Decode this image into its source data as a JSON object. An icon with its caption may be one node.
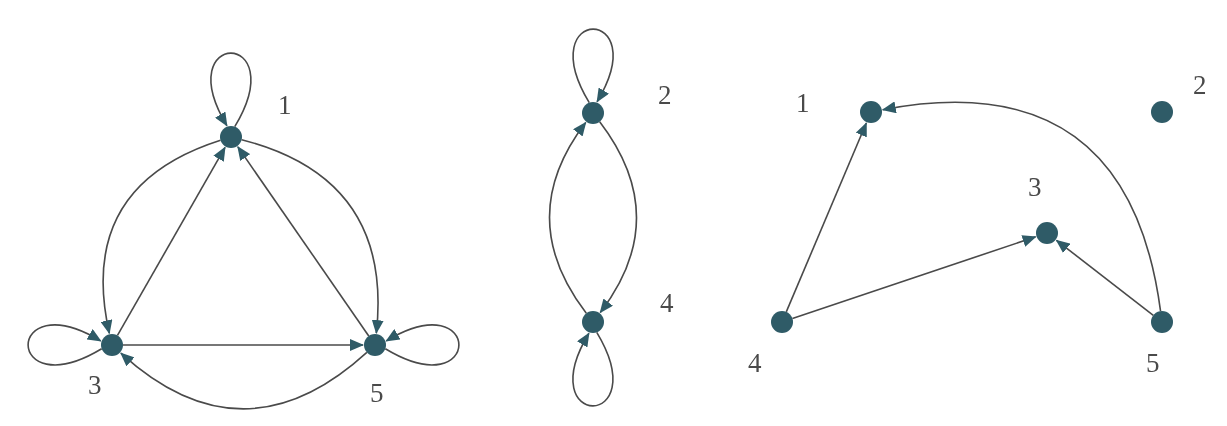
{
  "diagram": {
    "nodes": [
      {
        "text": [],
        "shape": "circle",
        "beside": [
          "1"
        ]
      },
      {
        "text": [],
        "shape": "circle",
        "beside": [
          "3"
        ]
      },
      {
        "text": [],
        "shape": "circle",
        "beside": [
          "5"
        ]
      },
      {
        "text": [],
        "shape": "circle",
        "beside": [
          "2"
        ]
      },
      {
        "text": [],
        "shape": "circle",
        "beside": [
          "4"
        ]
      },
      {
        "text": [],
        "shape": "circle",
        "beside": [
          "1"
        ]
      },
      {
        "text": [],
        "shape": "circle",
        "beside": [
          "2"
        ]
      },
      {
        "text": [],
        "shape": "circle",
        "beside": [
          "3"
        ]
      },
      {
        "text": [],
        "shape": "circle",
        "beside": [
          "4"
        ]
      },
      {
        "text": [],
        "shape": "circle",
        "beside": [
          "5"
        ]
      }
    ],
    "edges": [
      {
        "from": 0,
        "to": 0,
        "arrow": "to"
      },
      {
        "from": 0,
        "to": 1,
        "arrow": "to"
      },
      {
        "from": 1,
        "to": 0,
        "arrow": "to"
      },
      {
        "from": 2,
        "to": 0,
        "arrow": "to"
      },
      {
        "from": 0,
        "to": 2,
        "arrow": "to"
      },
      {
        "from": 1,
        "to": 1,
        "arrow": "to"
      },
      {
        "from": 1,
        "to": 2,
        "arrow": "to"
      },
      {
        "from": 2,
        "to": 1,
        "arrow": "to"
      },
      {
        "from": 2,
        "to": 2,
        "arrow": "to"
      },
      {
        "from": 3,
        "to": 3,
        "arrow": "to"
      },
      {
        "from": 4,
        "to": 3,
        "arrow": "to"
      },
      {
        "from": 3,
        "to": 4,
        "arrow": "to"
      },
      {
        "from": 4,
        "to": 4,
        "arrow": "to"
      },
      {
        "from": 8,
        "to": 5,
        "arrow": "to"
      },
      {
        "from": 8,
        "to": 7,
        "arrow": "to"
      },
      {
        "from": 9,
        "to": 7,
        "arrow": "to"
      },
      {
        "from": 9,
        "to": 5,
        "arrow": "to"
      }
    ]
  }
}
